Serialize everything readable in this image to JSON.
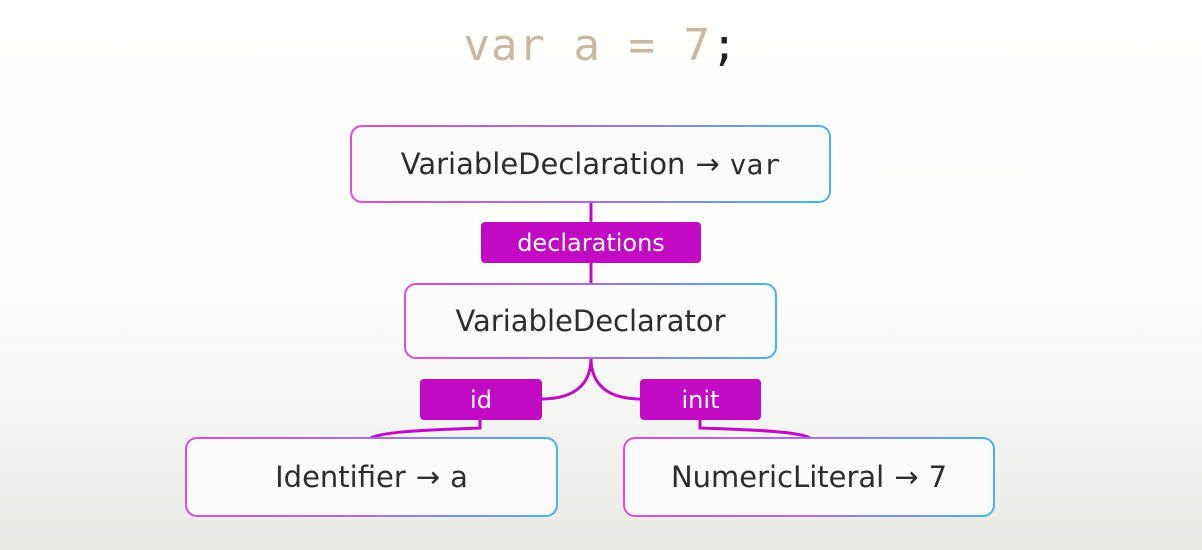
{
  "code": {
    "tokens": [
      "var",
      "a",
      "=",
      "7"
    ],
    "terminator": ";"
  },
  "tree": {
    "root": {
      "type": "VariableDeclaration",
      "arrow": "→",
      "value": "var"
    },
    "edge_declarations": "declarations",
    "declarator": {
      "type": "VariableDeclarator"
    },
    "edge_id": "id",
    "edge_init": "init",
    "identifier": {
      "type": "Identifier",
      "arrow": "→",
      "value": "a"
    },
    "literal": {
      "type": "NumericLiteral",
      "arrow": "→",
      "value": "7"
    }
  },
  "colors": {
    "edge_label_bg": "#c20ac4",
    "connector": "#c20ac4",
    "node_border_start": "#e04bd7",
    "node_border_end": "#42b6ee",
    "code_token": "#c9b8a4"
  }
}
